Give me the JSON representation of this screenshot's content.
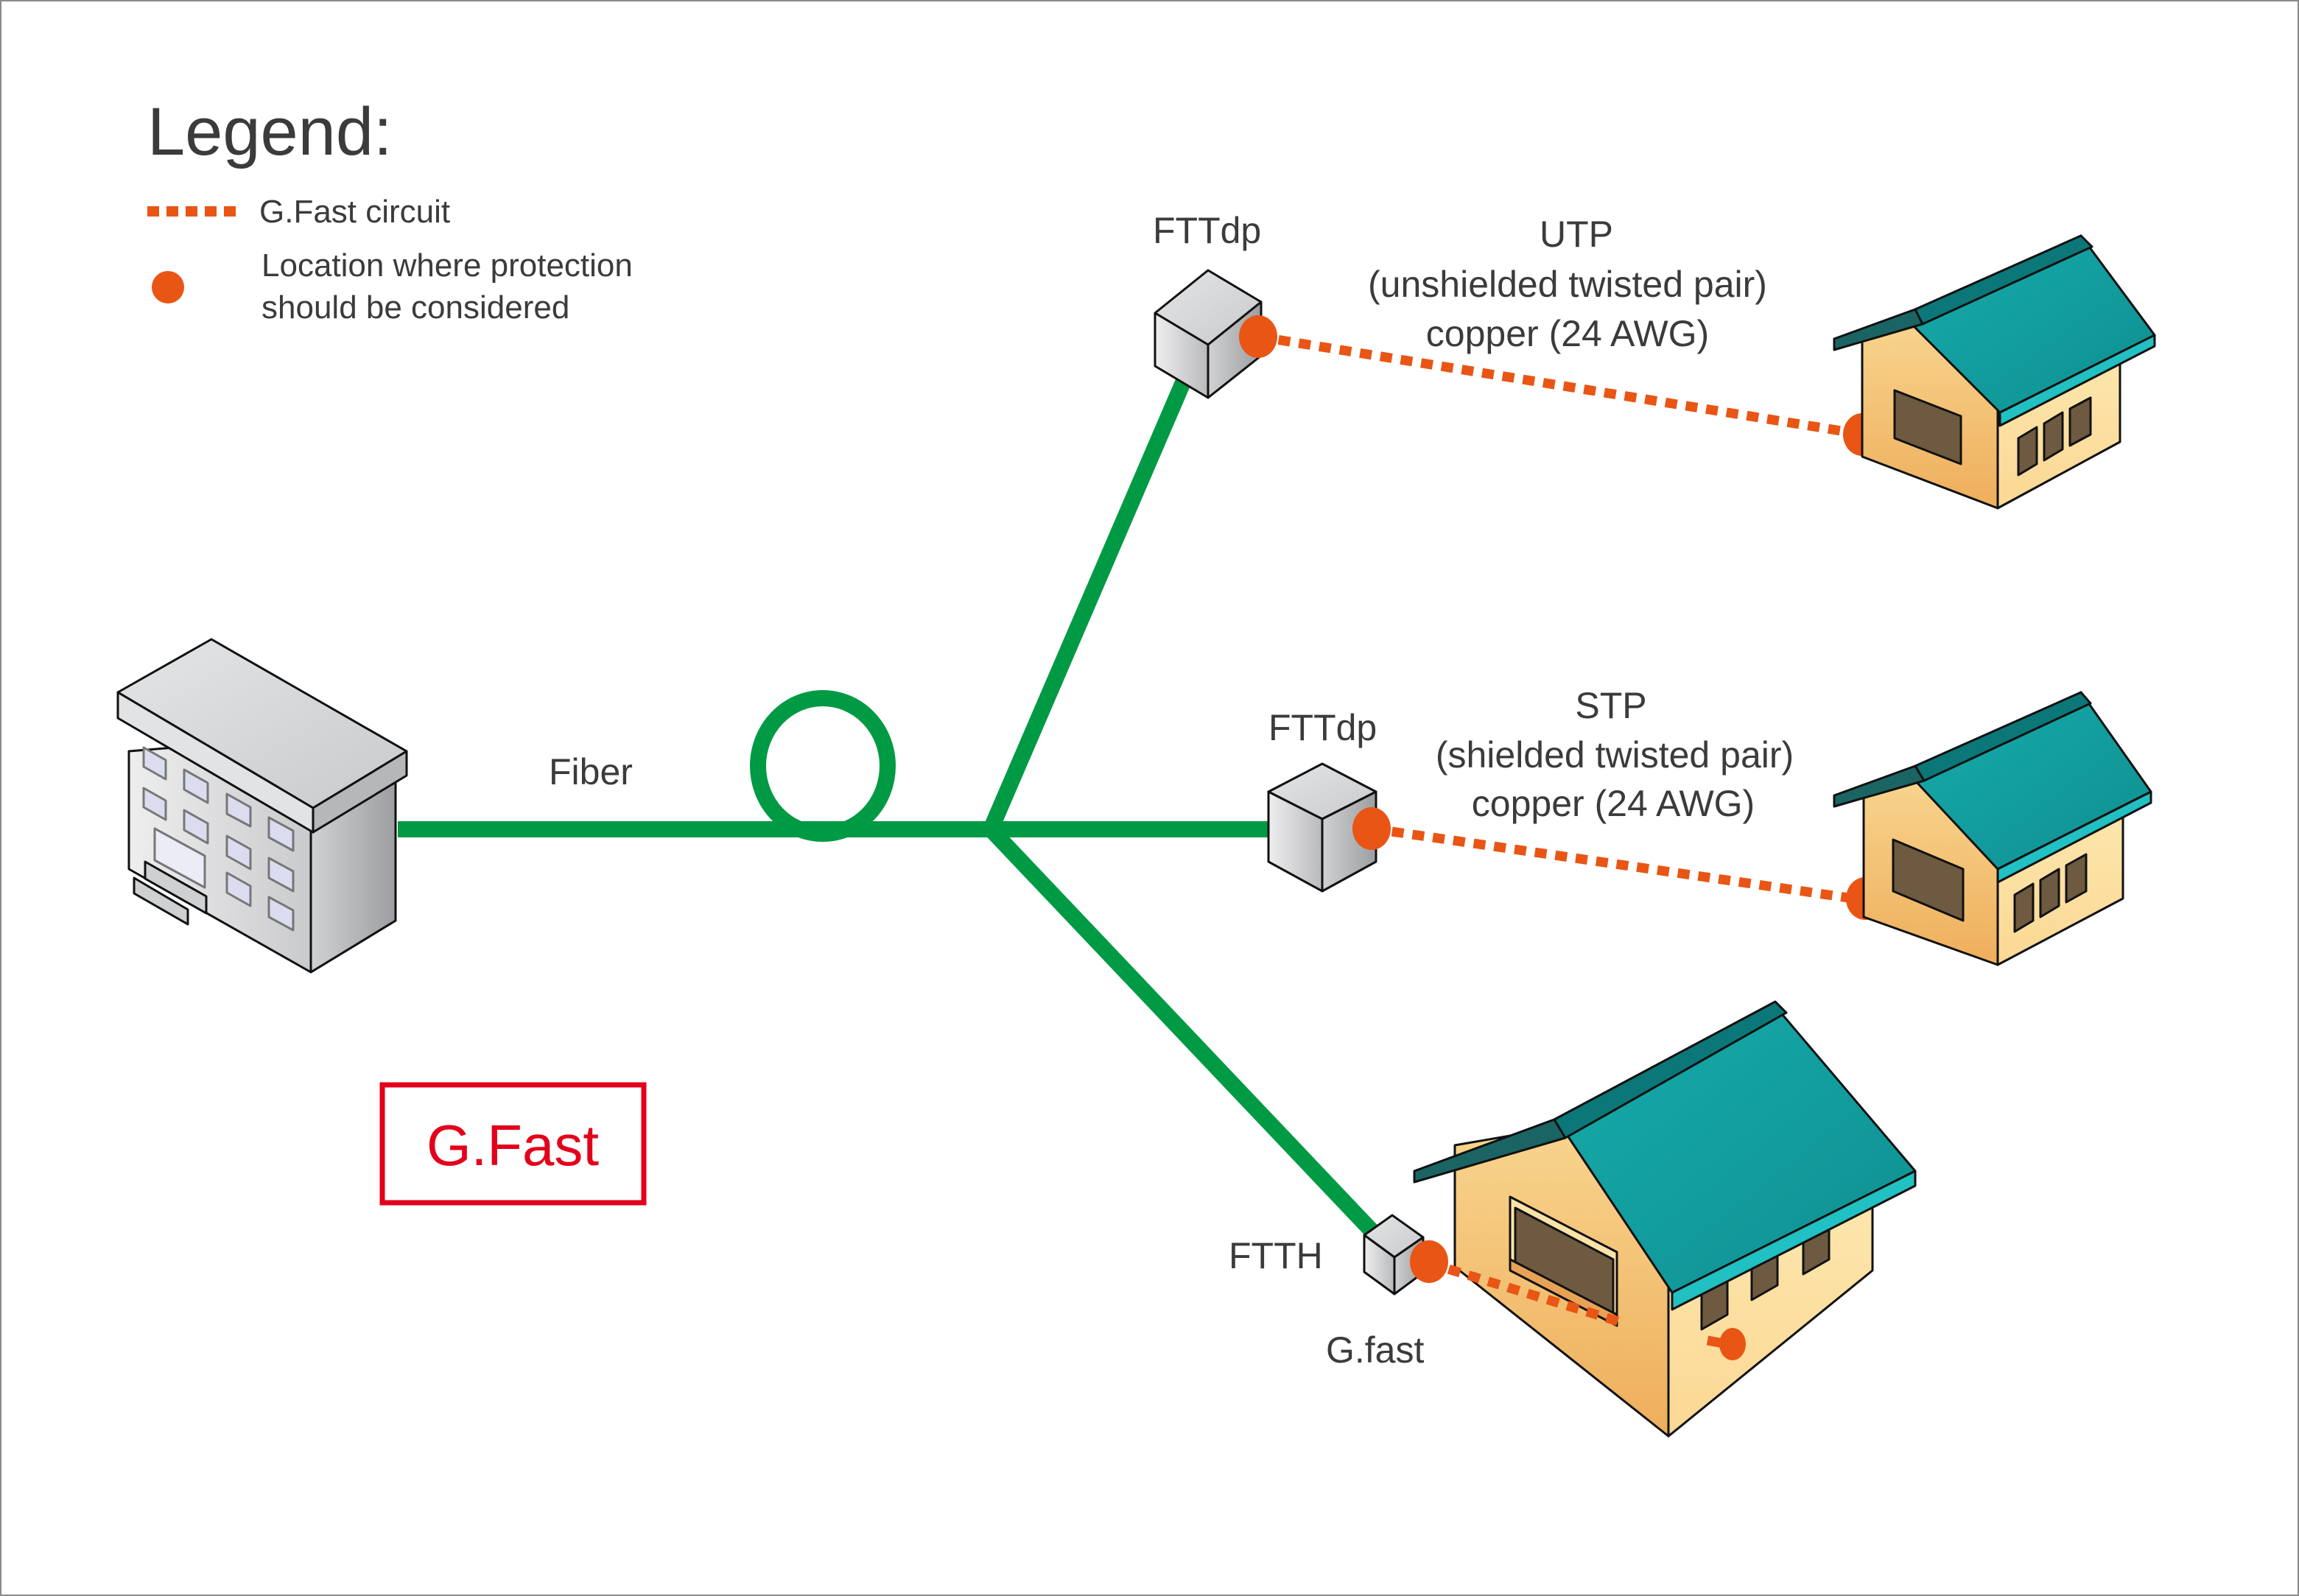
{
  "legend": {
    "title": "Legend:",
    "items": [
      {
        "symbol": "dotted-line",
        "label": "G.Fast circuit"
      },
      {
        "symbol": "dot",
        "label_lines": [
          "Location where protection",
          "should be considered"
        ]
      }
    ]
  },
  "colors": {
    "fiber": "#009a44",
    "gfast_circuit": "#e95514",
    "roof": "#13a0a2",
    "house_wall": "#f4c27a",
    "device_gray": "#c8c9cb",
    "title_box": "#e3001b",
    "text": "#3c3a3a"
  },
  "nodes": {
    "central_office": {
      "label": ""
    },
    "fiber": {
      "label": "Fiber"
    },
    "fttdp_utp": {
      "label": "FTTdp"
    },
    "fttdp_stp": {
      "label": "FTTdp"
    },
    "ftth": {
      "label": "FTTH"
    }
  },
  "links": {
    "utp": {
      "lines": [
        "UTP",
        "(unshielded twisted pair)",
        "copper (24 AWG)"
      ]
    },
    "stp": {
      "lines": [
        "STP",
        "(shielded twisted pair)",
        "copper (24 AWG)"
      ]
    },
    "ftth_gfast": {
      "label": "G.fast"
    }
  },
  "title_box": {
    "label": "G.Fast"
  }
}
